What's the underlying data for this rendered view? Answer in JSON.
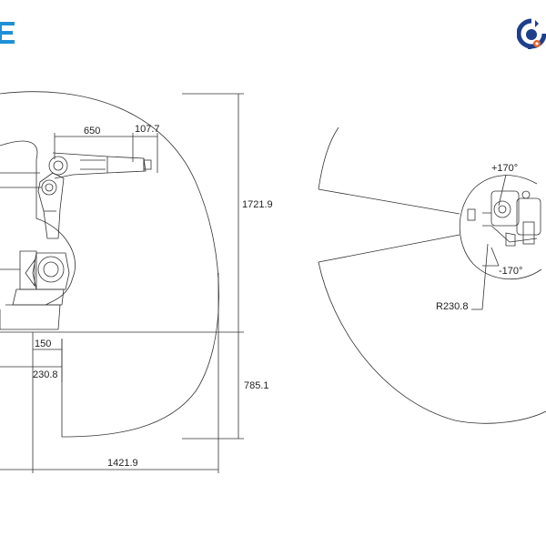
{
  "side_view": {
    "dims": {
      "reach_650": "650",
      "offset_107": "107.7",
      "height_upper": "1721.9",
      "height_lower": "785.1",
      "base_150": "150",
      "base_230": "230.8",
      "reach_1421": "1421.9"
    }
  },
  "top_view": {
    "angle_pos": "+170°",
    "angle_neg": "-170°",
    "radius": "R230.8"
  },
  "colors": {
    "line": "#333333",
    "brand_blue": "#1e90d6",
    "logo_blue": "#1e3f8c",
    "logo_orange": "#e8632a"
  },
  "icons": {
    "brand": "brand-letter-mark",
    "corner_logo": "gear-robot-logo"
  }
}
